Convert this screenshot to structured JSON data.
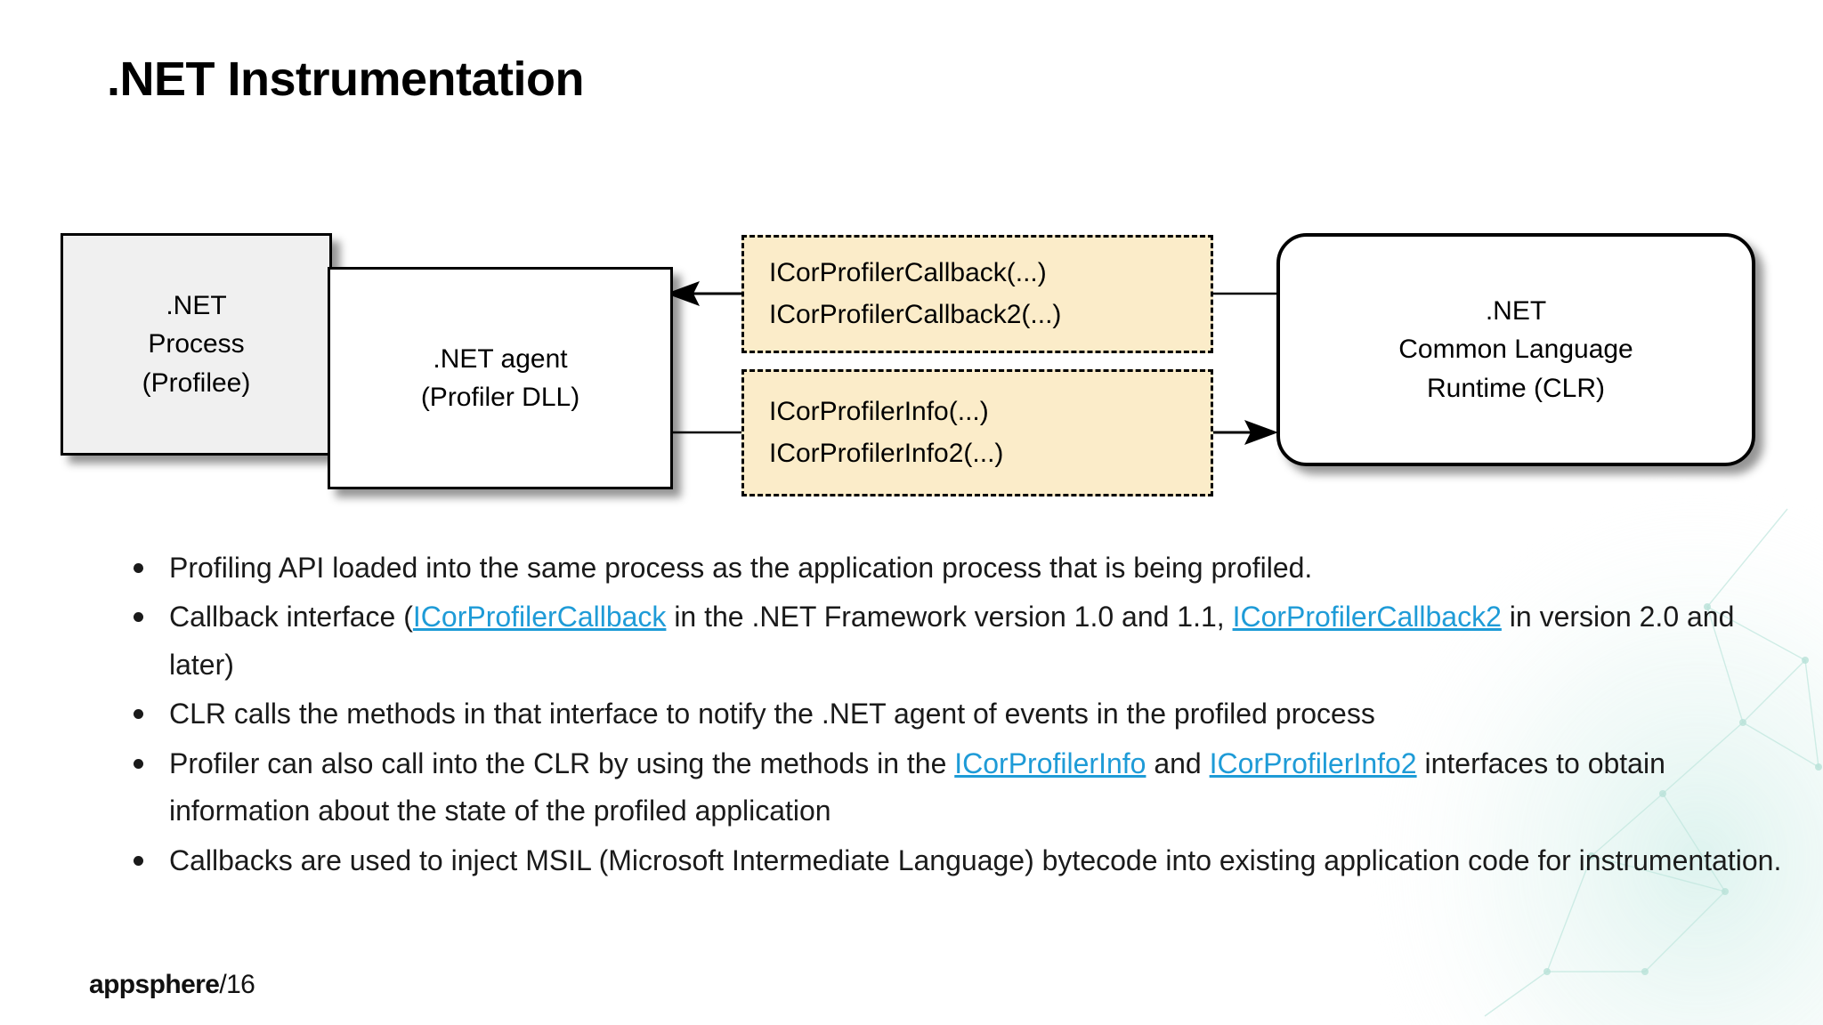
{
  "slide": {
    "title": ".NET Instrumentation",
    "footer_brand": "appsphere",
    "footer_page": "/16"
  },
  "diagram": {
    "process_box": {
      "line1": ".NET",
      "line2": "Process",
      "line3": "(Profilee)",
      "fill": "#f0f0f0",
      "border": "#000000"
    },
    "agent_box": {
      "line1": ".NET agent",
      "line2": "(Profiler DLL)",
      "fill": "#ffffff",
      "border": "#000000"
    },
    "callback_box": {
      "line1": "ICorProfilerCallback(...)",
      "line2": "ICorProfilerCallback2(...)",
      "fill": "#fbecc9",
      "border": "#000000"
    },
    "info_box": {
      "line1": "ICorProfilerInfo(...)",
      "line2": "ICorProfilerInfo2(...)",
      "fill": "#fbecc9",
      "border": "#000000"
    },
    "clr_box": {
      "line1": ".NET",
      "line2": "Common Language",
      "line3": "Runtime (CLR)",
      "fill": "#ffffff",
      "border": "#000000"
    },
    "arrow_callback_direction": "left",
    "arrow_info_direction": "right"
  },
  "bullets": [
    {
      "parts": [
        {
          "text": "Profiling API loaded into the same process as the application process that is being profiled.",
          "link": false
        }
      ]
    },
    {
      "parts": [
        {
          "text": "Callback interface (",
          "link": false
        },
        {
          "text": "ICorProfilerCallback",
          "link": true
        },
        {
          "text": " in the .NET Framework version 1.0 and 1.1, ",
          "link": false
        },
        {
          "text": "ICorProfilerCallback2",
          "link": true
        },
        {
          "text": " in version 2.0 and later)",
          "link": false
        }
      ]
    },
    {
      "parts": [
        {
          "text": "CLR calls the methods in that interface to notify the .NET agent of events in the profiled process",
          "link": false
        }
      ]
    },
    {
      "parts": [
        {
          "text": "Profiler can also call into the CLR by using the methods in the ",
          "link": false
        },
        {
          "text": "ICorProfilerInfo",
          "link": true
        },
        {
          "text": " and ",
          "link": false
        },
        {
          "text": "ICorProfilerInfo2",
          "link": true
        },
        {
          "text": " interfaces to obtain information about the state of the profiled application",
          "link": false
        }
      ]
    },
    {
      "parts": [
        {
          "text": "Callbacks are used to inject MSIL (Microsoft Intermediate Language) bytecode into existing application code for instrumentation.",
          "link": false
        }
      ]
    }
  ],
  "colors": {
    "link": "#1e9bd7",
    "iface_fill": "#fbecc9",
    "process_fill": "#f0f0f0",
    "text": "#1a1a1a"
  }
}
